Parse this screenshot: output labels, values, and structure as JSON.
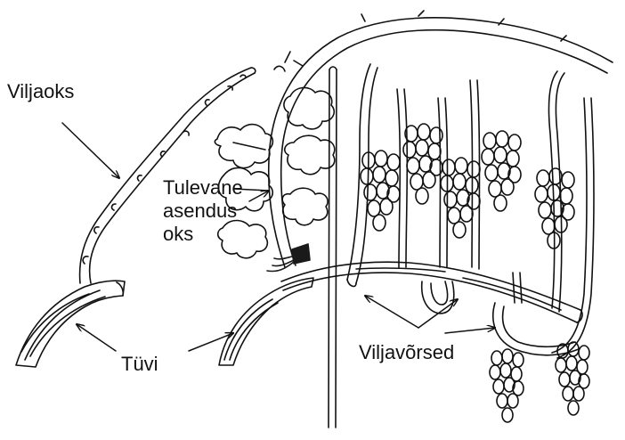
{
  "labels": {
    "fruit_branch": "Viljaoks",
    "replacement_line1": "Tulevane",
    "replacement_line2": "asendus",
    "replacement_line3": "oks",
    "trunk": "Tüvi",
    "fruit_shoots": "Viljavõrsed"
  },
  "colors": {
    "ink": "#111111",
    "background": "#ffffff",
    "tie": "#1a1a1a"
  }
}
